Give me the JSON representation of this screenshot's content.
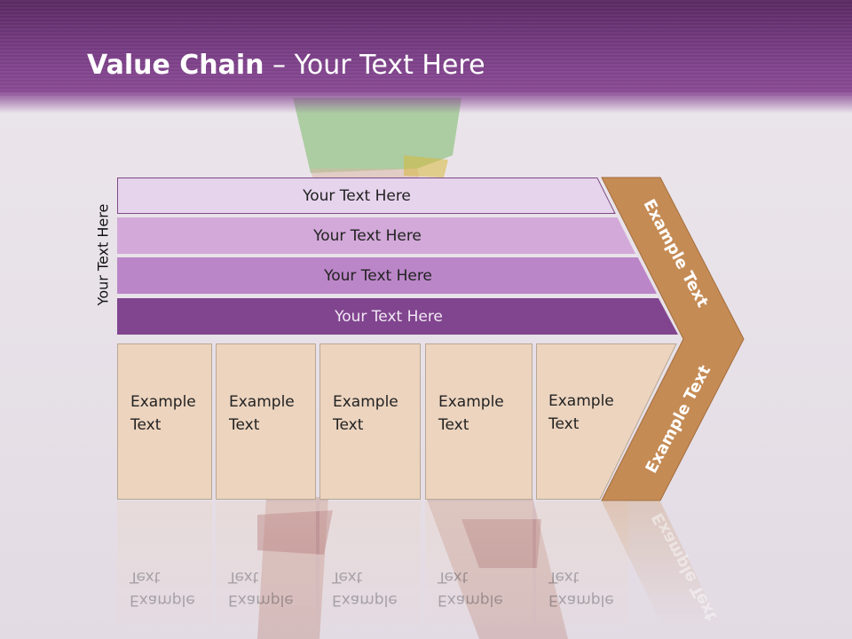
{
  "title": {
    "bold": "Value Chain",
    "rest": " – Your Text Here"
  },
  "side_label": "Your Text Here",
  "rows": [
    "Your Text Here",
    "Your Text Here",
    "Your Text Here",
    "Your Text Here"
  ],
  "boxes": [
    {
      "line1": "Example",
      "line2": "Text"
    },
    {
      "line1": "Example",
      "line2": "Text"
    },
    {
      "line1": "Example",
      "line2": "Text"
    },
    {
      "line1": "Example",
      "line2": "Text"
    },
    {
      "line1": "Example",
      "line2": "Text"
    }
  ],
  "chevron": {
    "upper": "Example Text",
    "lower": "Example Text"
  },
  "colors": {
    "title_band": "#7a3f86",
    "row1": "#e6d4ed",
    "row2": "#d2a9d8",
    "row3": "#bb86c8",
    "row4": "#81458f",
    "boxes": "#ecd4bf",
    "chevron": "#c58b55"
  }
}
